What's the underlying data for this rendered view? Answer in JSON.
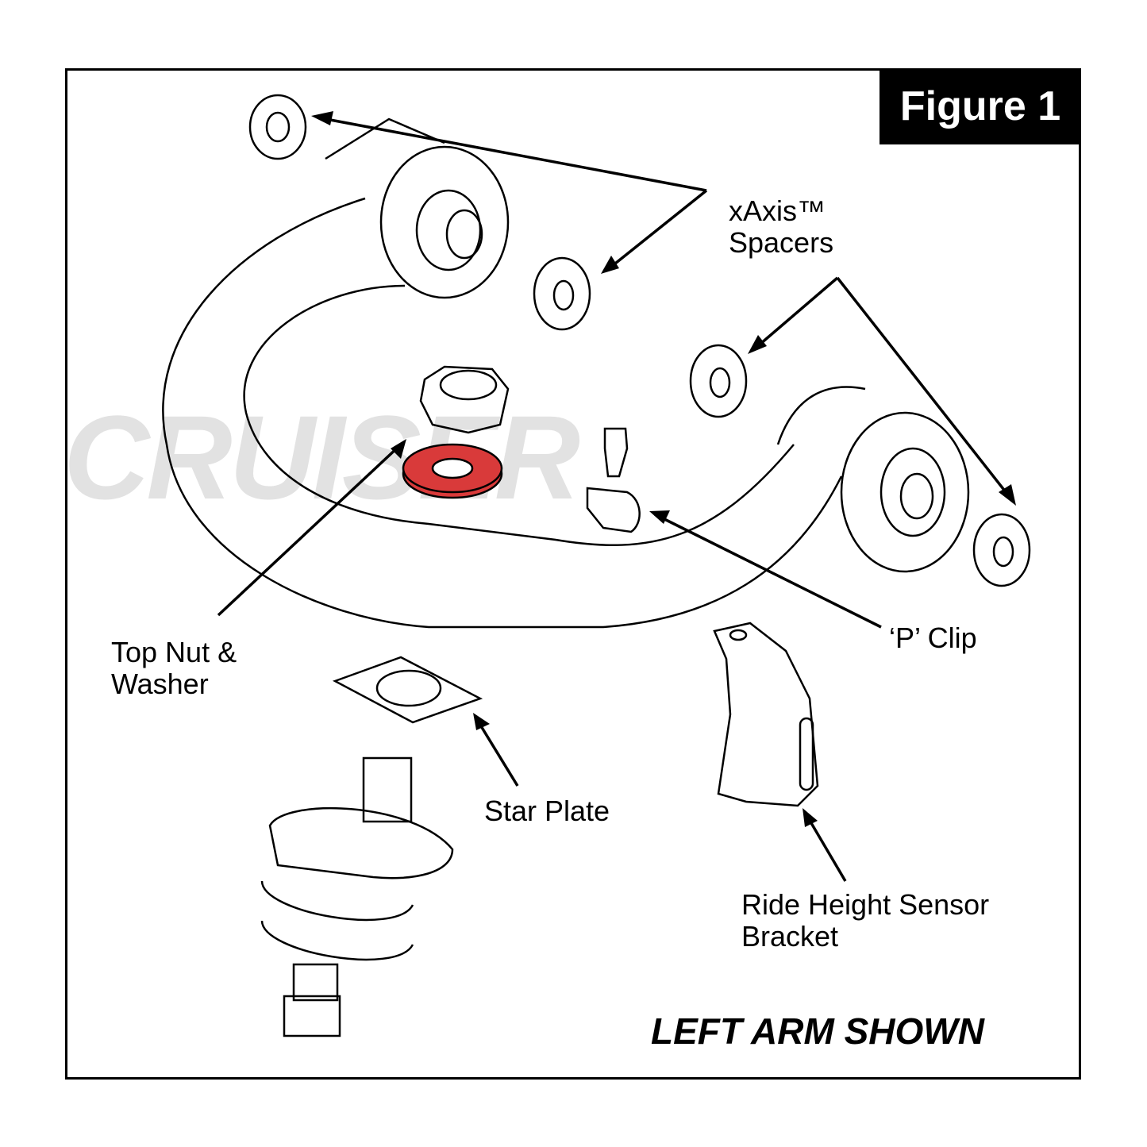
{
  "figure": {
    "title": "Figure 1",
    "note": "LEFT ARM SHOWN"
  },
  "watermark": {
    "text": "CRUISER"
  },
  "labels": {
    "spacers": "xAxis™\nSpacers",
    "top_nut": "Top Nut &\nWasher",
    "p_clip": "‘P’ Clip",
    "star_plate": "Star Plate",
    "sensor_bracket": "Ride Height Sensor\nBracket"
  },
  "colors": {
    "highlight_washer": "#d93a3a",
    "line": "#000000",
    "watermark": "#e2e2e2"
  }
}
